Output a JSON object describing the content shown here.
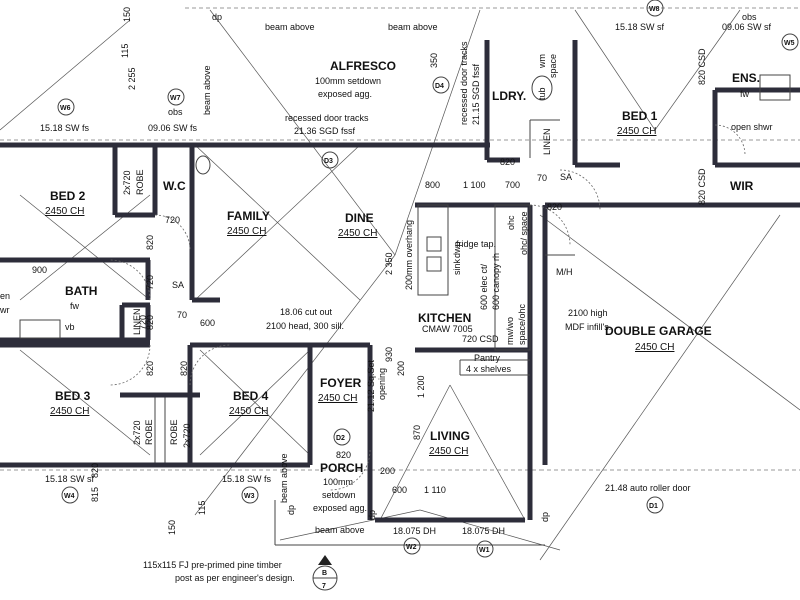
{
  "rooms": {
    "alfresco": {
      "name": "ALFRESCO",
      "l1": "100mm setdown",
      "l2": "exposed agg."
    },
    "ldry": {
      "name": "LDRY."
    },
    "bed1": {
      "name": "BED 1",
      "ch": "2450 CH"
    },
    "ens": {
      "name": "ENS."
    },
    "wir": {
      "name": "WIR"
    },
    "bed2": {
      "name": "BED 2",
      "ch": "2450 CH"
    },
    "wc": {
      "name": "W.C"
    },
    "family": {
      "name": "FAMILY",
      "ch": "2450 CH"
    },
    "dine": {
      "name": "DINE",
      "ch": "2450 CH"
    },
    "bath": {
      "name": "BATH"
    },
    "kitchen": {
      "name": "KITCHEN",
      "sub": "CMAW 7005"
    },
    "garage": {
      "name": "DOUBLE GARAGE",
      "ch": "2450 CH"
    },
    "bed3": {
      "name": "BED 3",
      "ch": "2450 CH"
    },
    "bed4": {
      "name": "BED 4",
      "ch": "2450 CH"
    },
    "foyer": {
      "name": "FOYER",
      "ch": "2450 CH"
    },
    "living": {
      "name": "LIVING",
      "ch": "2450 CH"
    },
    "porch": {
      "name": "PORCH",
      "l1": "100mm",
      "l2": "setdown",
      "l3": "exposed agg."
    }
  },
  "notes": {
    "dp_top": "dp",
    "beam1": "beam above",
    "beam2": "beam above",
    "beam_left": "beam above",
    "sw_1518_top": "15.18 SW sf",
    "sw_906_top": "09.06 SW sf",
    "obs_top": "obs",
    "obs_left": "obs",
    "fs_1518": "15.18 SW fs",
    "fs_906": "09.06 SW fs",
    "recessed1": "recessed door tracks",
    "recessed1b": "21.36 SGD fssf",
    "recessed2": "recessed door tracks",
    "recessed2b": "21.15 SGD fssf",
    "tub": "tub",
    "wm": "wm",
    "space": "space",
    "linen1": "LINEN",
    "linen2": "LINEN",
    "robe1": "ROBE",
    "robe2": "ROBE",
    "robe3": "ROBE",
    "r2720a": "2x720",
    "r2720b": "2x720",
    "r2720c": "2x720",
    "fw1": "fw",
    "fw2": "fw",
    "vb": "vb",
    "en": "en",
    "wr": "wr",
    "sa1": "SA",
    "sa2": "SA",
    "open_shwr": "open shwr",
    "fridge": "fridge tap.",
    "dwp": "dwp",
    "sink": "sink",
    "ohc1": "ohc",
    "ohc2": "ohc/ space",
    "overhang": "200mm overhang",
    "elec": "600 elec ct/",
    "canopy": "600 canopy rh",
    "mw": "mw/wo",
    "spac": "space/ohc",
    "cut_out": "18.06 cut out",
    "head": "2100 head, 300 sill.",
    "pantry": "Pantry",
    "shelves": "4 x shelves",
    "mdf": "2100 high",
    "mdf2": "MDF infill's.",
    "mh": "M/H",
    "sq_set": "21.12 Sq.Set",
    "opening": "opening",
    "sw_bot_left": "15.18 SW sf",
    "sw_bot_mid": "15.18 SW fs",
    "roller": "21.48 auto roller door",
    "dh1": "18.075 DH",
    "dh2": "18.075 DH",
    "post1": "115x115 FJ pre-primed pine timber",
    "post2": "post as per engineer's design.",
    "dp_bot1": "dp",
    "dp_bot2": "dp",
    "dp_bot3": "dp",
    "csd1": "820 CSD",
    "csd2": "820 CSD",
    "csd3": "720 CSD",
    "beam_bot": "beam above"
  },
  "dims": {
    "d150": "150",
    "d115": "115",
    "d2255": "2 255",
    "d350": "350",
    "d800": "800",
    "d1100": "1 100",
    "d700": "700",
    "d70a": "70",
    "d820a": "820",
    "d820b": "820",
    "d720a": "720",
    "d820c": "820",
    "d900": "900",
    "d720b": "720",
    "d70b": "70",
    "d600a": "600",
    "d2350": "2 350",
    "d820d": "820",
    "d820e": "820",
    "d820f": "820",
    "d930": "930",
    "d200a": "200",
    "d1200": "1 200",
    "d870": "870",
    "d200b": "200",
    "d600b": "600",
    "d1110": "1 110",
    "d815": "815",
    "d115b": "115",
    "d150b": "150",
    "d820g": "820",
    "d820h": "820",
    "d720c": "720"
  },
  "tags": {
    "w6": "W6",
    "w7": "W7",
    "d4": "D4",
    "d3": "D3",
    "w8": "W8",
    "w5": "W5",
    "d2": "D2",
    "w4": "W4",
    "w3": "W3",
    "w2": "W2",
    "w1": "W1",
    "d1": "D1",
    "b7_top": "B",
    "b7_bot": "7"
  }
}
